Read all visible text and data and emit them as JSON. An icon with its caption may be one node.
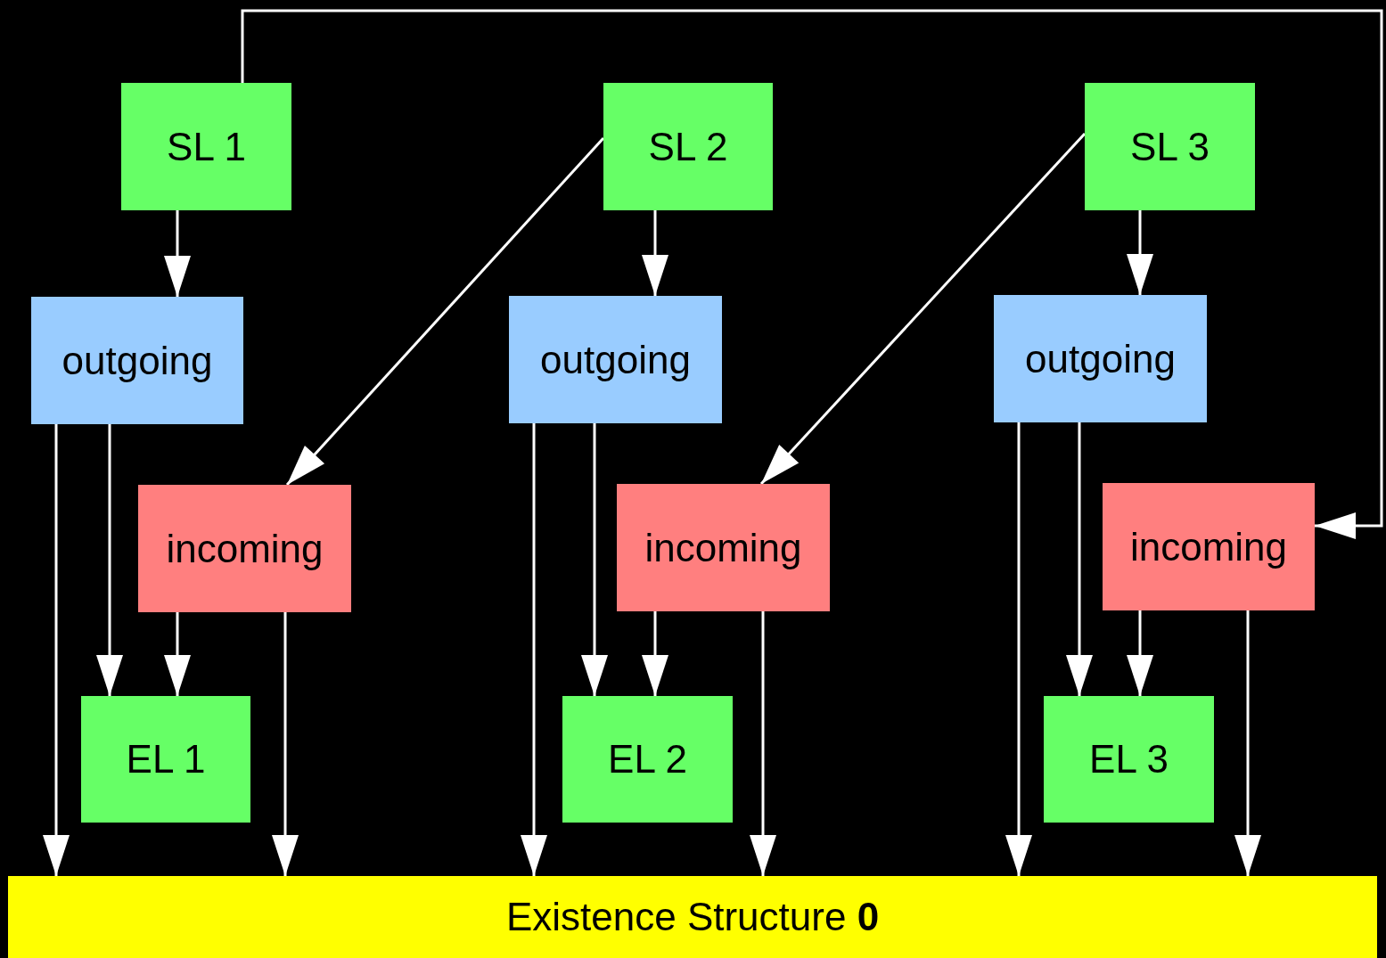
{
  "diagram": {
    "nodes": [
      {
        "text": [
          "SL 1"
        ]
      },
      {
        "text": [
          "SL 2"
        ]
      },
      {
        "text": [
          "SL 3"
        ]
      },
      {
        "text": [
          "outgoing"
        ]
      },
      {
        "text": [
          "outgoing"
        ]
      },
      {
        "text": [
          "outgoing"
        ]
      },
      {
        "text": [
          "incoming"
        ]
      },
      {
        "text": [
          "incoming"
        ]
      },
      {
        "text": [
          "incoming"
        ]
      },
      {
        "text": [
          "EL 1"
        ]
      },
      {
        "text": [
          "EL 2"
        ]
      },
      {
        "text": [
          "EL 3"
        ]
      },
      {
        "text": [
          "Existence Structure **0**"
        ]
      }
    ],
    "edges": [
      {
        "from": 0,
        "to": 3,
        "arrow": "to"
      },
      {
        "from": 1,
        "to": 6,
        "arrow": "to"
      },
      {
        "from": 1,
        "to": 4,
        "arrow": "to"
      },
      {
        "from": 2,
        "to": 7,
        "arrow": "to"
      },
      {
        "from": 2,
        "to": 5,
        "arrow": "to"
      },
      {
        "from": 0,
        "to": 8,
        "arrow": "to"
      },
      {
        "from": 3,
        "to": 12,
        "arrow": "to"
      },
      {
        "from": 3,
        "to": 9,
        "arrow": "to"
      },
      {
        "from": 6,
        "to": 9,
        "arrow": "to"
      },
      {
        "from": 6,
        "to": 12,
        "arrow": "to"
      },
      {
        "from": 4,
        "to": 12,
        "arrow": "to"
      },
      {
        "from": 4,
        "to": 10,
        "arrow": "to"
      },
      {
        "from": 7,
        "to": 10,
        "arrow": "to"
      },
      {
        "from": 7,
        "to": 12,
        "arrow": "to"
      },
      {
        "from": 5,
        "to": 12,
        "arrow": "to"
      },
      {
        "from": 5,
        "to": 11,
        "arrow": "to"
      },
      {
        "from": 8,
        "to": 11,
        "arrow": "to"
      },
      {
        "from": 8,
        "to": 12,
        "arrow": "to"
      }
    ]
  }
}
